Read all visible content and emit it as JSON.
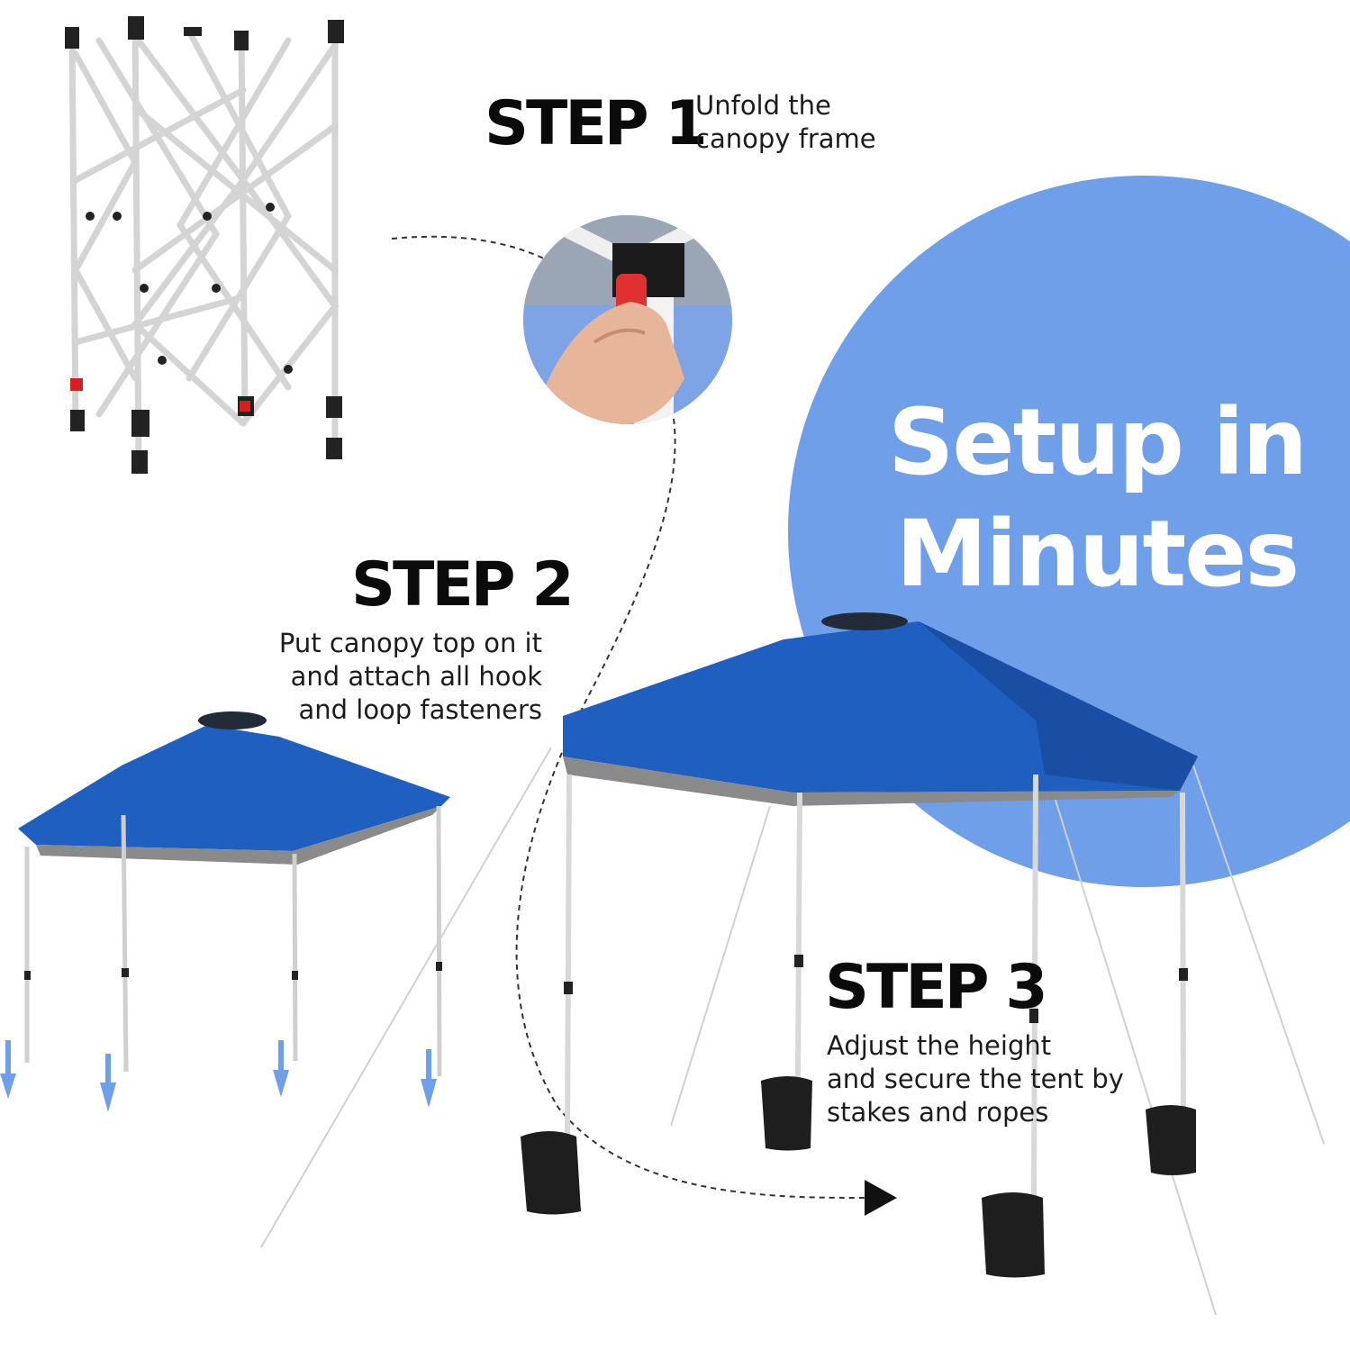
{
  "colors": {
    "circle_blue": "#6f9fe8",
    "canopy_blue": "#1f5fc0",
    "canopy_blue_dark": "#1a4ea3",
    "frame_gray": "#d8d8d8",
    "arrow_blue": "#6f9fe8",
    "text_dark": "#0b0b0b"
  },
  "headline": {
    "line1": "Setup in",
    "line2": "Minutes"
  },
  "steps": [
    {
      "title": "STEP 1",
      "description": "Unfold the\ncanopy frame"
    },
    {
      "title": "STEP 2",
      "description": "Put canopy top on it\nand attach all hook\nand loop fasteners"
    },
    {
      "title": "STEP 3",
      "description": "Adjust the height\nand secure the tent by\nstakes and ropes"
    }
  ],
  "icons": {
    "down_arrows": "arrow-down-icon",
    "flow_arrow": "arrow-right-icon"
  }
}
